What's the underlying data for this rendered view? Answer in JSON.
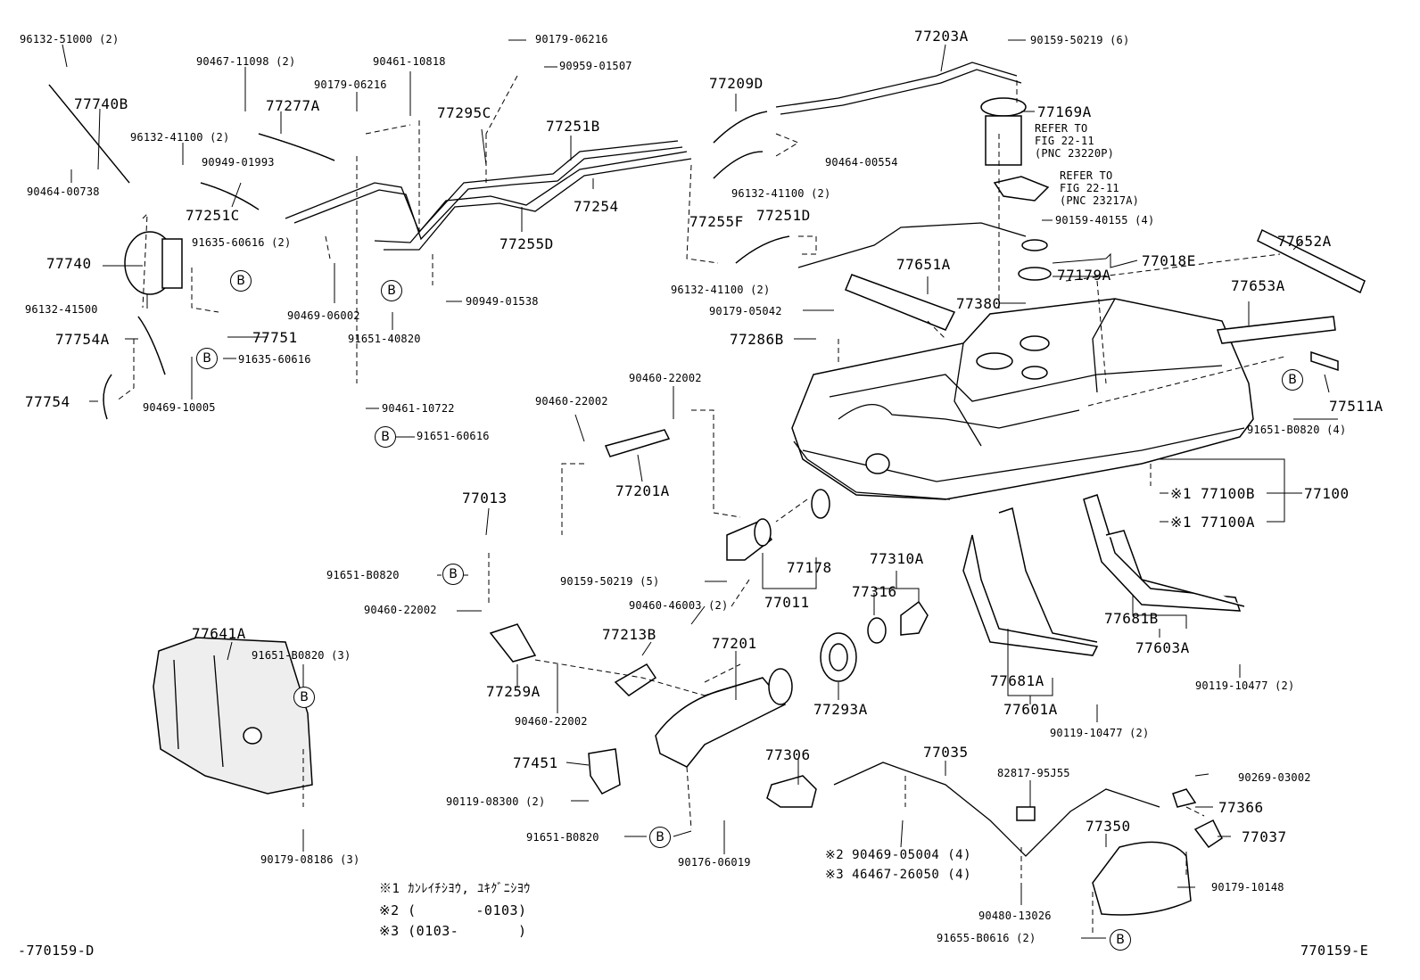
{
  "diagram": {
    "labels": {
      "p96132_51000": "96132-51000 (2)",
      "p90467_11098": "90467-11098 (2)",
      "p90461_10818": "90461-10818",
      "p90179_06216a": "90179-06216",
      "p90179_06216b": "90179-06216",
      "p90959_01507": "90959-01507",
      "p77203A": "77203A",
      "p90159_50219_6": "90159-50219 (6)",
      "p77740B": "77740B",
      "p77277A": "77277A",
      "p77295C": "77295C",
      "p77251B": "77251B",
      "p77209D": "77209D",
      "p77169A": "77169A",
      "refer1": "REFER TO\nFIG 22-11\n(PNC 23220P)",
      "p96132_41100a": "96132-41100 (2)",
      "p90949_01993": "90949-01993",
      "p90464_00738": "90464-00738",
      "p77251C": "77251C",
      "p77254": "77254",
      "p77255D": "77255D",
      "p77255F": "77255F",
      "p77251D": "77251D",
      "p96132_41100b": "96132-41100 (2)",
      "p90464_00554": "90464-00554",
      "refer2": "REFER TO\nFIG 22-11\n(PNC 23217A)",
      "p90159_40155": "90159-40155 (4)",
      "p77652A": "77652A",
      "p77740": "77740",
      "p91635_60616a": "91635-60616 (2)",
      "p96132_41500": "96132-41500",
      "p90469_06002": "90469-06002",
      "p90949_01538": "90949-01538",
      "p96132_41100c": "96132-41100 (2)",
      "p77651A": "77651A",
      "p77018E": "77018E",
      "p77179A": "77179A",
      "p77380": "77380",
      "p77653A": "77653A",
      "p77754A": "77754A",
      "p77751": "77751",
      "p91635_60616b": "91635-60616",
      "p91651_40820": "91651-40820",
      "p90179_05042": "90179-05042",
      "p77286B": "77286B",
      "p77754": "77754",
      "p90469_10005": "90469-10005",
      "p90461_10722": "90461-10722",
      "p91651_60616": "91651-60616",
      "p90460_22002a": "90460-22002",
      "p90460_22002b": "90460-22002",
      "p77201A": "77201A",
      "p77511A": "77511A",
      "p91651_B0820_4": "91651-B0820 (4)",
      "p77013": "77013",
      "p77100B": "※1 77100B",
      "p77100A": "※1 77100A",
      "p77100": "77100",
      "p91651_B0820a": "91651-B0820",
      "p90159_50219_5": "90159-50219 (5)",
      "p77178": "77178",
      "p77310A": "77310A",
      "p77316": "77316",
      "p90460_46003": "90460-46003 (2)",
      "p77011": "77011",
      "p90460_22002c": "90460-22002",
      "p77641A": "77641A",
      "p91651_B0820_3": "91651-B0820 (3)",
      "p77213B": "77213B",
      "p77201": "77201",
      "p77681B": "77681B",
      "p77603A": "77603A",
      "p77259A": "77259A",
      "p90460_22002d": "90460-22002",
      "p77293A": "77293A",
      "p77681A": "77681A",
      "p77601A": "77601A",
      "p90119_10477a": "90119-10477 (2)",
      "p90119_10477b": "90119-10477 (2)",
      "p77035": "77035",
      "p77306": "77306",
      "p77451": "77451",
      "p82817_95J55": "82817-95J55",
      "p90269_03002": "90269-03002",
      "p90119_08300": "90119-08300 (2)",
      "p77366": "77366",
      "p77350": "77350",
      "p77037": "77037",
      "p91651_B0820b": "91651-B0820",
      "p90176_06019": "90176-06019",
      "n2": "※2  90469-05004 (4)",
      "n3": "※3  46467-26050 (4)",
      "p90179_08186": "90179-08186 (3)",
      "p90179_10148": "90179-10148",
      "p90480_13026": "90480-13026",
      "p91655_B0616": "91655-B0616 (2)"
    },
    "circle_b": "B",
    "notes": {
      "note1": "※1  ｶﾝﾚｲﾁｼﾖｳ, ﾕｷｸﾞﾆｼﾖｳ",
      "note2": "※2 (       -0103)",
      "note3": "※3 (0103-       )"
    },
    "footer": {
      "left_code": "-770159-D",
      "right_code": "770159-E"
    }
  }
}
